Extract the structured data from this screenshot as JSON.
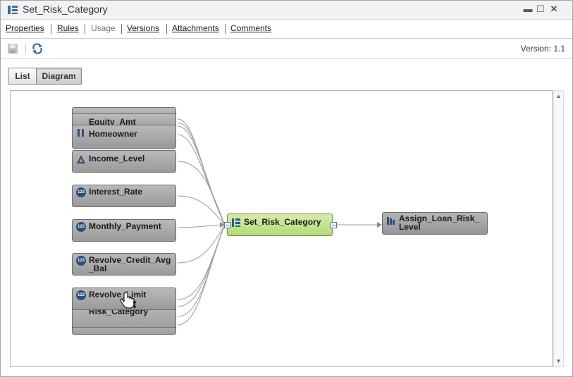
{
  "window": {
    "title": "Set_Risk_Category",
    "controls": {
      "minimize": "▬",
      "maximize": "☐",
      "close": "✕"
    }
  },
  "tabs": [
    {
      "label": "Properties",
      "active": false
    },
    {
      "label": "Rules",
      "active": false
    },
    {
      "label": "Usage",
      "active": true
    },
    {
      "label": "Versions",
      "active": false
    },
    {
      "label": "Attachments",
      "active": false
    },
    {
      "label": "Comments",
      "active": false
    }
  ],
  "toolbar": {
    "save_icon": "save-icon",
    "refresh_icon": "refresh-icon",
    "version_label": "Version: 1.1"
  },
  "view_toggle": {
    "list_label": "List",
    "diagram_label": "Diagram",
    "selected": "Diagram"
  },
  "diagram": {
    "input_nodes": [
      {
        "label": "Homeowner",
        "icon": "bar-icon"
      },
      {
        "label": "Income_Level",
        "icon": "triangle-icon"
      },
      {
        "label": "Interest_Rate",
        "icon": "numeric-icon"
      },
      {
        "label": "Monthly_Payment",
        "icon": "numeric-icon"
      },
      {
        "label": "Revolve_Credit_Avg\n_Bal",
        "icon": "numeric-icon"
      },
      {
        "label": "Revolve_Limit",
        "icon": "numeric-icon"
      }
    ],
    "stacked_top_labels": [
      "Equity_Amt"
    ],
    "stacked_bottom_labels": [
      "Risk_Category"
    ],
    "center_node": {
      "label": "Set_Risk_Category",
      "icon": "rule-set-icon"
    },
    "output_node": {
      "label": "Assign_Loan_Risk_\nLevel",
      "icon": "rule-flow-icon"
    },
    "badge_text": "123",
    "colors": {
      "center_fill": "#c6e393",
      "node_fill": "#a8a8a8",
      "edge": "#9a9a9a",
      "badge": "#2a4f7a"
    }
  }
}
